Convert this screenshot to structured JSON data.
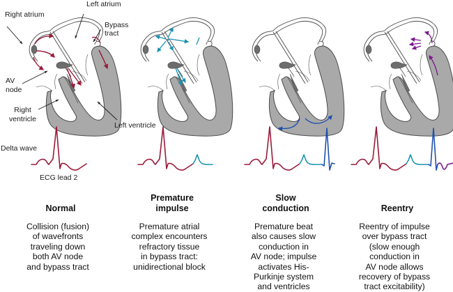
{
  "figure": {
    "colors": {
      "wall_fill": "#a9a9a9",
      "wall_stroke": "#4a4a4a",
      "atrium_wall_fill": "#f4f4f4",
      "node_fill": "#6d6d6d",
      "normal_wave": "#9b1b3a",
      "premature_wave": "#1a93b0",
      "slow_wave": "#1f4fb0",
      "reentry_wave": "#7a1a8a",
      "annotation_line": "#1a1a1a"
    },
    "labels": {
      "right_atrium": "Right atrium",
      "left_atrium": "Left atrium",
      "bypass_tract": "Bypass\ntract",
      "av_node": "AV\nnode",
      "right_ventricle": "Right\nventricle",
      "left_ventricle": "Left ventricle",
      "delta_wave": "Delta wave",
      "ecg_lead": "ECG lead 2"
    },
    "panels": [
      {
        "id": "normal",
        "title": "Normal",
        "description": "Collision (fusion)\nof wavefronts\ntraveling down\nboth AV node\nand bypass tract",
        "arrow_color_key": "normal_wave",
        "ecg_segments": [
          "normal"
        ]
      },
      {
        "id": "premature",
        "title": "Premature\nimpulse",
        "description": "Premature atrial\ncomplex encounters\nrefractory tissue\nin bypass tract:\nunidirectional block",
        "arrow_color_key": "premature_wave",
        "ecg_segments": [
          "normal",
          "premature"
        ]
      },
      {
        "id": "slow",
        "title": "Slow\nconduction",
        "description": "Premature beat\nalso causes slow\nconduction in\nAV node; impulse\nactivates His-\nPurkinje system\nand ventricles",
        "arrow_color_key": "slow_wave",
        "ecg_segments": [
          "normal",
          "premature",
          "slow"
        ]
      },
      {
        "id": "reentry",
        "title": "Reentry",
        "description": "Reentry of impulse\nover bypass tract\n(slow enough\nconduction in\nAV node allows\nrecovery of bypass\ntract excitability)",
        "arrow_color_key": "reentry_wave",
        "ecg_segments": [
          "normal",
          "premature",
          "slow",
          "reentry"
        ]
      }
    ]
  }
}
